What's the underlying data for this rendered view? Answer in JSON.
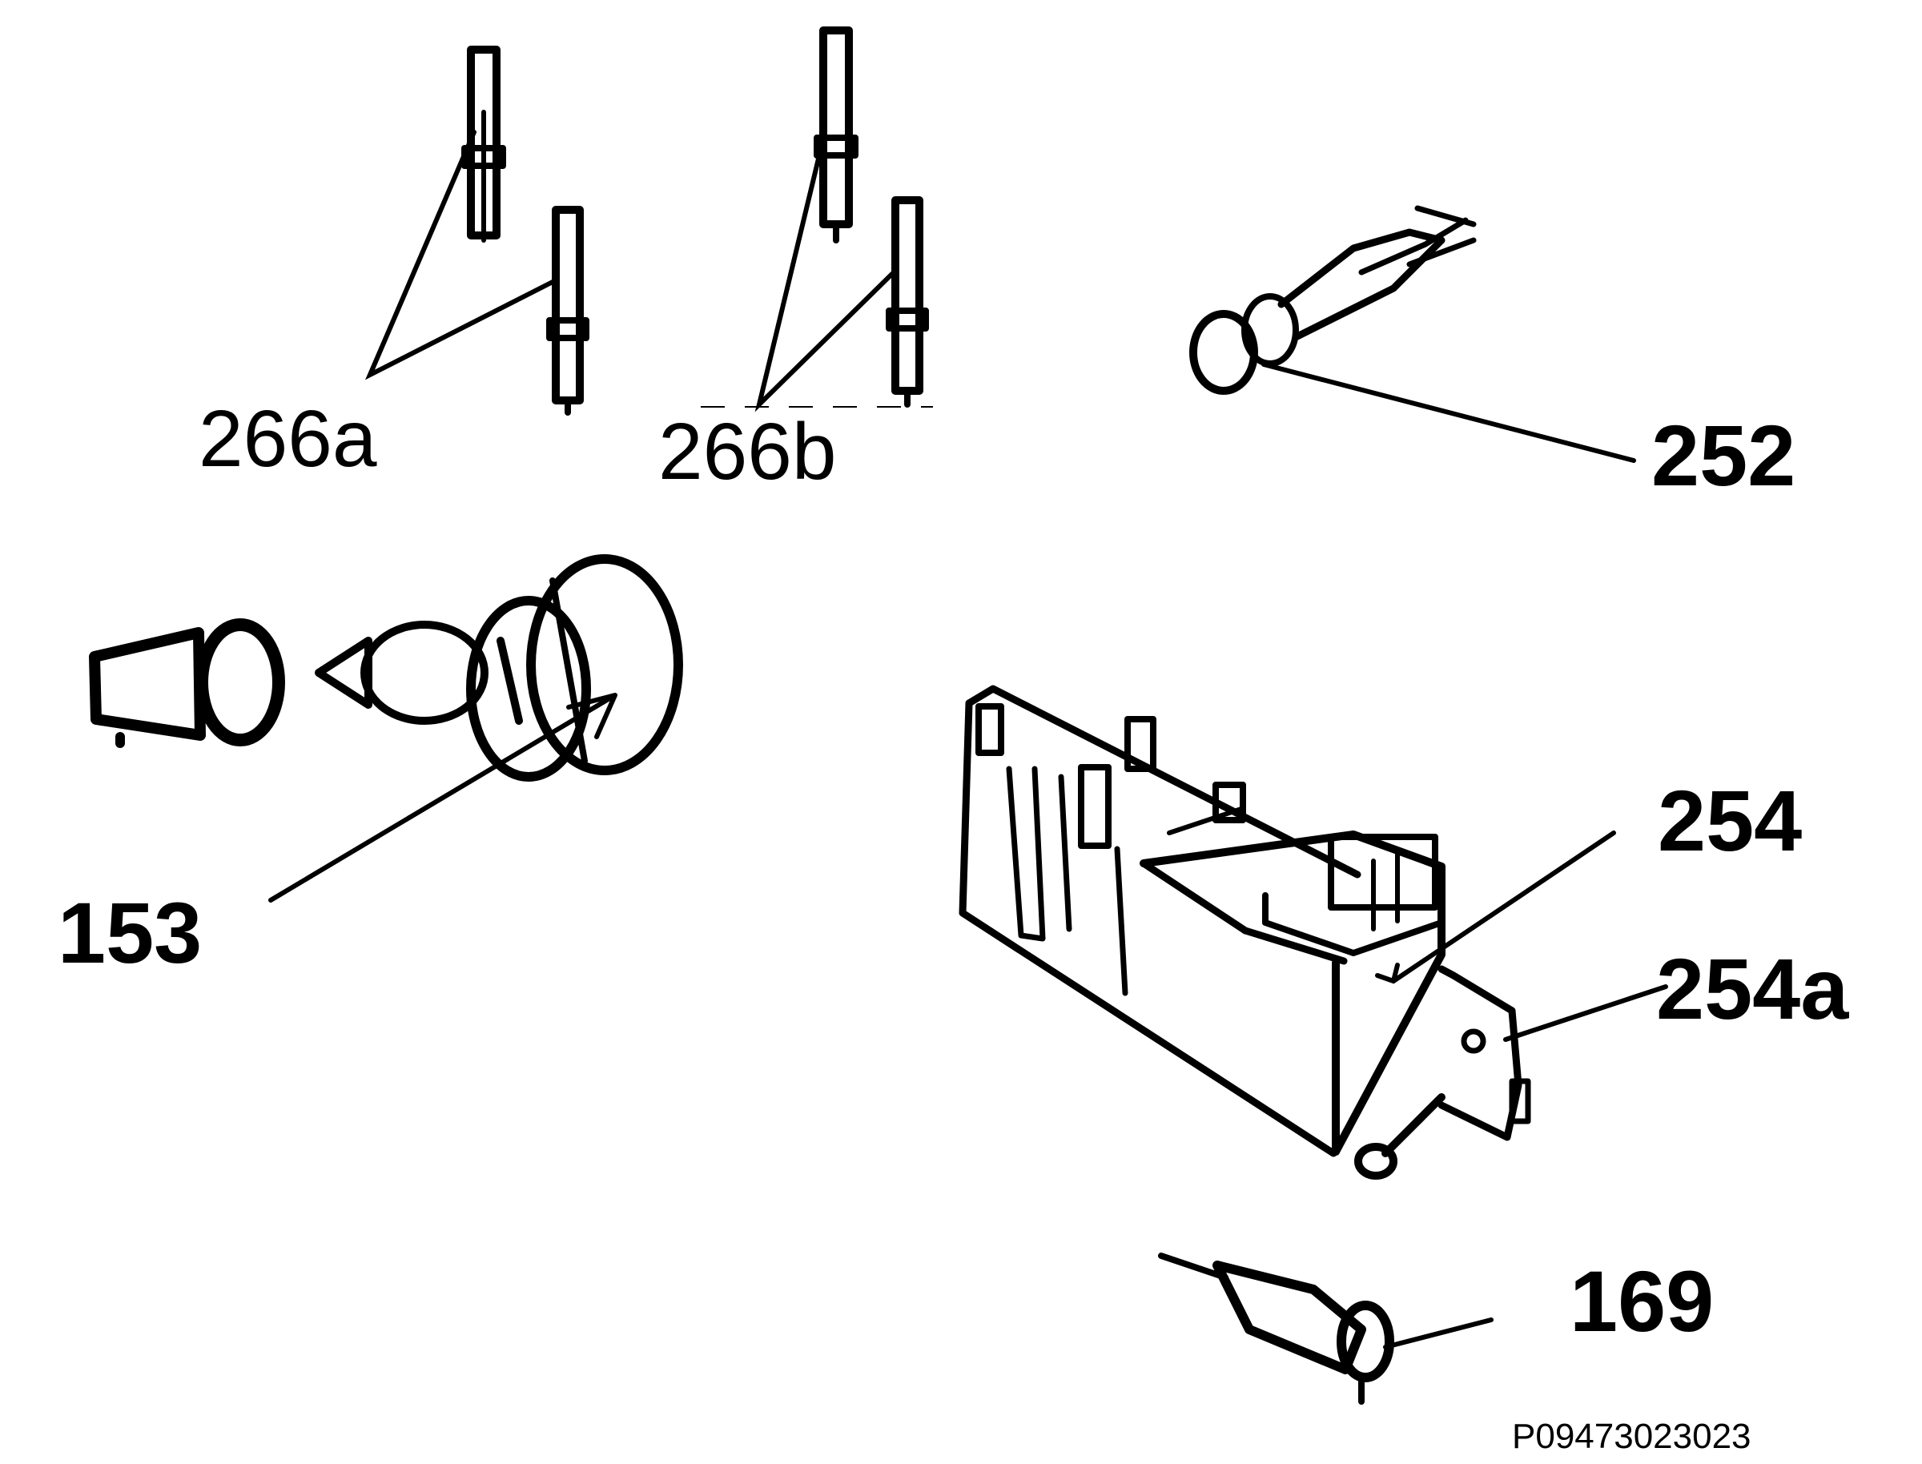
{
  "parts": [
    {
      "id": "266a",
      "label": "266a"
    },
    {
      "id": "266b",
      "label": "266b"
    },
    {
      "id": "252",
      "label": "252"
    },
    {
      "id": "153",
      "label": "153"
    },
    {
      "id": "254",
      "label": "254"
    },
    {
      "id": "254a",
      "label": "254a"
    },
    {
      "id": "169",
      "label": "169"
    }
  ],
  "drawing_code": "P09473023023"
}
